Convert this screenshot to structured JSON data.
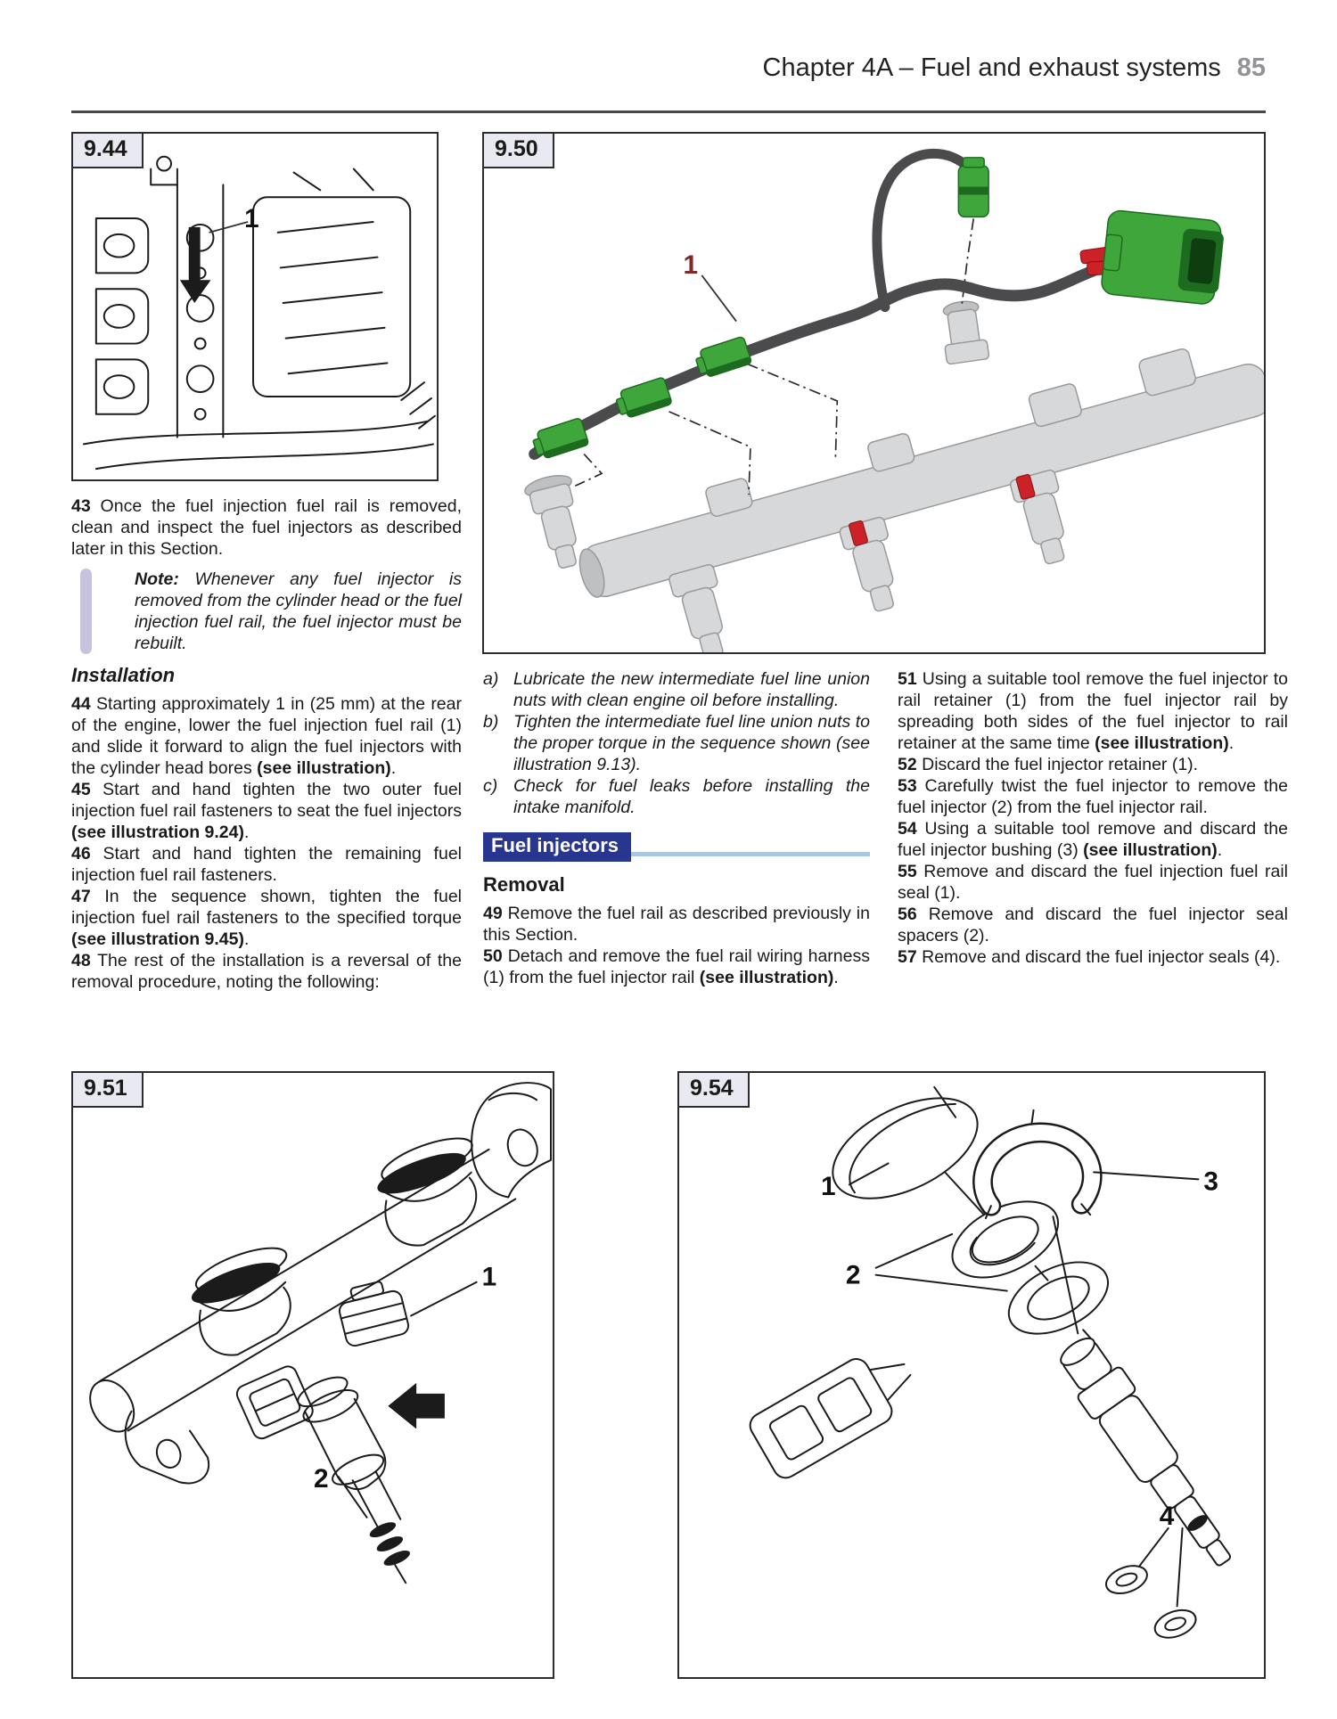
{
  "page": {
    "header": {
      "title": "Chapter 4A – Fuel and exhaust systems",
      "page_number": "85"
    },
    "colors": {
      "accent_blue": "#28368f",
      "light_blue": "#a9c6e2",
      "note_bar": "#c6c3de",
      "fig_label_bg": "#e8e9f1",
      "page_number_gray": "#919396",
      "connector_green": "#3fa63c",
      "connector_green_dark": "#1d6b1f",
      "clip_red": "#cd2128",
      "rail_gray": "#d7d8d9",
      "rail_stroke": "#98999b",
      "harness_gray": "#4b4b4d",
      "callout_maroon": "#7e2a28"
    }
  },
  "figures": {
    "fig944": {
      "label": "9.44",
      "callouts": [
        "1"
      ]
    },
    "fig950": {
      "label": "9.50",
      "callouts": [
        "1"
      ]
    },
    "fig951": {
      "label": "9.51",
      "callouts": [
        "1",
        "2"
      ]
    },
    "fig954": {
      "label": "9.54",
      "callouts": [
        "1",
        "2",
        "3",
        "4"
      ]
    }
  },
  "columns": {
    "left": [
      {
        "type": "para",
        "name": "para-43",
        "segments": [
          {
            "t": "43",
            "b": true
          },
          {
            "t": "  Once the fuel injection fuel rail is removed, clean and inspect the fuel injectors as described later in this Section."
          }
        ]
      },
      {
        "type": "note",
        "name": "note-rebuild",
        "segments": [
          {
            "t": "Note: ",
            "b": true
          },
          {
            "t": "Whenever any fuel injector is removed from the cylinder head or the fuel injection fuel rail, the fuel injector must be rebuilt."
          }
        ]
      },
      {
        "type": "h-italic",
        "name": "installation-heading",
        "text": "Installation"
      },
      {
        "type": "para",
        "name": "para-44",
        "segments": [
          {
            "t": "44",
            "b": true
          },
          {
            "t": "  Starting approximately 1 in (25 mm) at the rear of the engine, lower the fuel injection fuel rail (1) and slide it forward to align the fuel injectors with the cylinder head bores "
          },
          {
            "t": "(see illustration)",
            "b": true
          },
          {
            "t": "."
          }
        ]
      },
      {
        "type": "para",
        "name": "para-45",
        "segments": [
          {
            "t": "45",
            "b": true
          },
          {
            "t": "  Start and hand tighten the two outer fuel injection fuel rail fasteners to seat the fuel injectors "
          },
          {
            "t": "(see illustration 9.24)",
            "b": true
          },
          {
            "t": "."
          }
        ]
      },
      {
        "type": "para",
        "name": "para-46",
        "segments": [
          {
            "t": "46",
            "b": true
          },
          {
            "t": "  Start and hand tighten the remaining fuel injection fuel rail fasteners."
          }
        ]
      },
      {
        "type": "para",
        "name": "para-47",
        "segments": [
          {
            "t": "47",
            "b": true
          },
          {
            "t": "  In the sequence shown, tighten the fuel injection fuel rail fasteners to the specified torque "
          },
          {
            "t": "(see illustration 9.45)",
            "b": true
          },
          {
            "t": "."
          }
        ]
      },
      {
        "type": "para",
        "name": "para-48",
        "segments": [
          {
            "t": "48",
            "b": true
          },
          {
            "t": "  The rest of the installation is a reversal of the removal procedure, noting the following:"
          }
        ]
      }
    ],
    "middle": [
      {
        "type": "list",
        "name": "installation-notes-list",
        "items": [
          {
            "marker": "a)",
            "text": "Lubricate the new intermediate fuel line union nuts with clean engine oil before installing."
          },
          {
            "marker": "b)",
            "text": "Tighten the intermediate fuel line union nuts to the proper torque in the sequence shown (see illustration 9.13)."
          },
          {
            "marker": "c)",
            "text": "Check for fuel leaks before installing the intake manifold."
          }
        ]
      },
      {
        "type": "section",
        "name": "fuel-injectors-section-header",
        "text": "Fuel injectors"
      },
      {
        "type": "h-bold",
        "name": "removal-heading",
        "text": "Removal"
      },
      {
        "type": "para",
        "name": "para-49",
        "segments": [
          {
            "t": "49",
            "b": true
          },
          {
            "t": "  Remove the fuel rail as described previously in this Section."
          }
        ]
      },
      {
        "type": "para",
        "name": "para-50",
        "segments": [
          {
            "t": "50",
            "b": true
          },
          {
            "t": "  Detach and remove the fuel rail wiring harness (1) from the fuel injector rail "
          },
          {
            "t": "(see illustration)",
            "b": true
          },
          {
            "t": "."
          }
        ]
      }
    ],
    "right": [
      {
        "type": "para",
        "name": "para-51",
        "segments": [
          {
            "t": "51",
            "b": true
          },
          {
            "t": "  Using a suitable tool remove the fuel injector to rail retainer (1) from the fuel injector rail by spreading both sides of the fuel injector to rail retainer at the same time "
          },
          {
            "t": "(see illustration)",
            "b": true
          },
          {
            "t": "."
          }
        ]
      },
      {
        "type": "para",
        "name": "para-52",
        "segments": [
          {
            "t": "52",
            "b": true
          },
          {
            "t": "  Discard the fuel injector retainer (1)."
          }
        ]
      },
      {
        "type": "para",
        "name": "para-53",
        "segments": [
          {
            "t": "53",
            "b": true
          },
          {
            "t": "  Carefully twist the fuel injector to remove the fuel injector (2) from the fuel injector rail."
          }
        ]
      },
      {
        "type": "para",
        "name": "para-54",
        "segments": [
          {
            "t": "54",
            "b": true
          },
          {
            "t": "  Using a suitable tool remove and discard the fuel injector bushing (3) "
          },
          {
            "t": "(see illustration)",
            "b": true
          },
          {
            "t": "."
          }
        ]
      },
      {
        "type": "para",
        "name": "para-55",
        "segments": [
          {
            "t": "55",
            "b": true
          },
          {
            "t": "  Remove and discard the fuel injection fuel rail seal (1)."
          }
        ]
      },
      {
        "type": "para",
        "name": "para-56",
        "segments": [
          {
            "t": "56",
            "b": true
          },
          {
            "t": "  Remove and discard the fuel injector seal spacers (2)."
          }
        ]
      },
      {
        "type": "para",
        "name": "para-57",
        "segments": [
          {
            "t": "57",
            "b": true
          },
          {
            "t": "  Remove and discard the fuel injector seals (4)."
          }
        ]
      }
    ]
  }
}
